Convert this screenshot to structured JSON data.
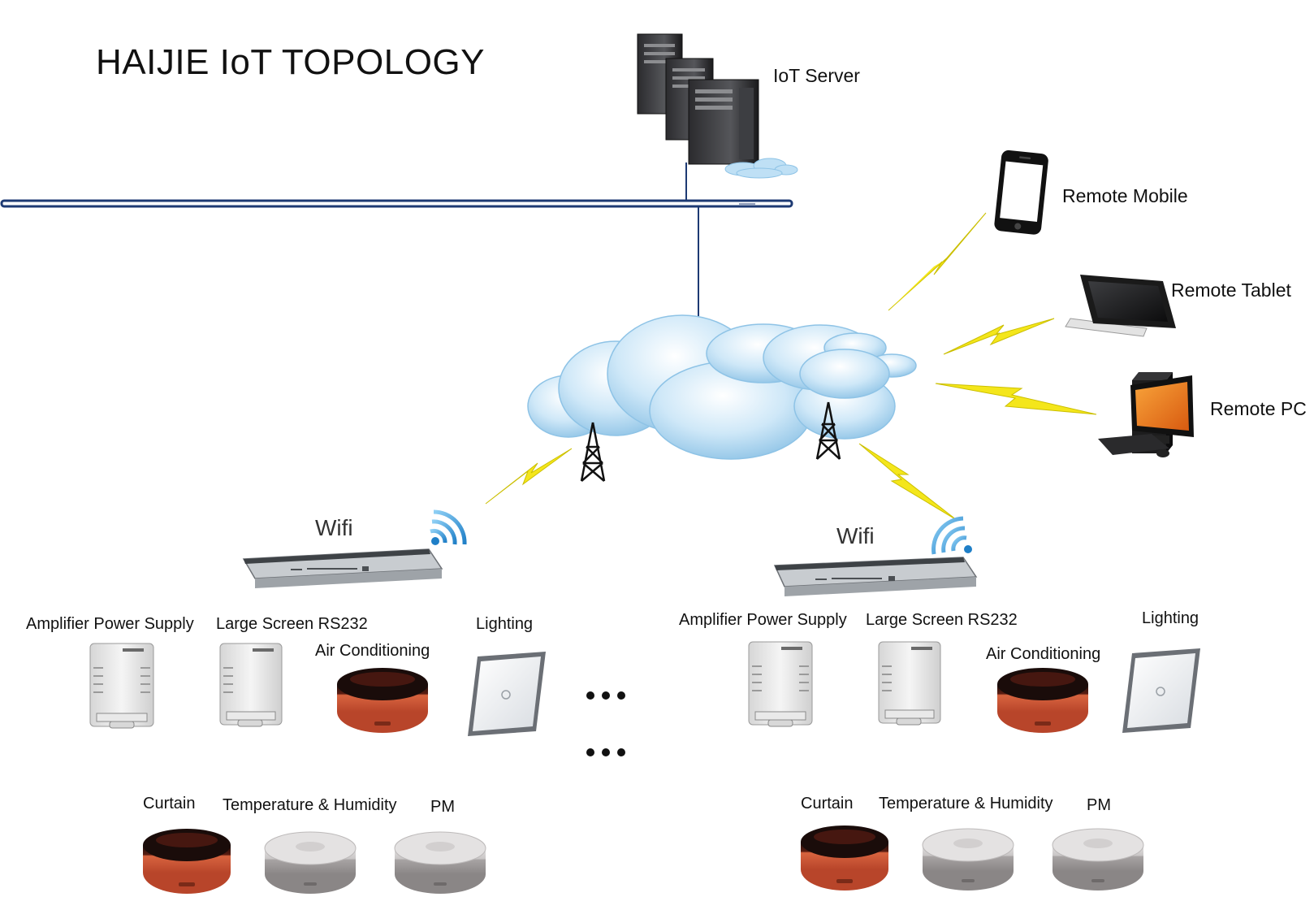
{
  "title": "HAIJIE IoT TOPOLOGY",
  "server": {
    "label": "IoT Server"
  },
  "remotes": {
    "mobile": "Remote Mobile",
    "tablet": "Remote Tablet",
    "pc": "Remote PC"
  },
  "left_group": {
    "wifi": "Wifi",
    "devices": {
      "amplifier": "Amplifier Power Supply",
      "large_screen": "Large Screen RS232",
      "air_conditioning": "Air Conditioning",
      "lighting": "Lighting",
      "curtain": "Curtain",
      "temp_humidity": "Temperature & Humidity",
      "pm": "PM"
    }
  },
  "right_group": {
    "wifi": "Wifi",
    "devices": {
      "amplifier": "Amplifier Power Supply",
      "large_screen": "Large Screen RS232",
      "air_conditioning": "Air Conditioning",
      "lighting": "Lighting",
      "curtain": "Curtain",
      "temp_humidity": "Temperature & Humidity",
      "pm": "PM"
    }
  },
  "colors": {
    "backbone": "#1d3a73",
    "lightning": "#f4e61b",
    "cloud": "#bfe0f5",
    "device_red": "#d2593a",
    "device_gray": "#9b9797"
  }
}
